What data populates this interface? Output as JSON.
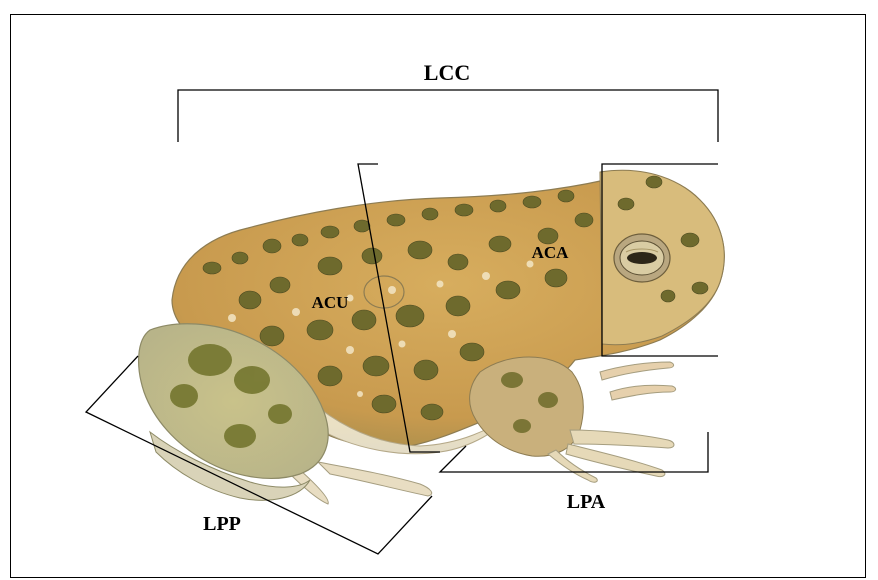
{
  "figure": {
    "labels": {
      "lcc": "LCC",
      "aca": "ACA",
      "acu": "ACU",
      "lpa": "LPA",
      "lpp": "LPP"
    }
  },
  "colors": {
    "background": "#ffffff",
    "frame": "#000000",
    "measure_lines": "#000000",
    "skin_base": "#d9b36a",
    "warts": "#6f6a2c",
    "belly": "#efe4c6"
  },
  "icon_names": [
    "toad-illustration"
  ]
}
